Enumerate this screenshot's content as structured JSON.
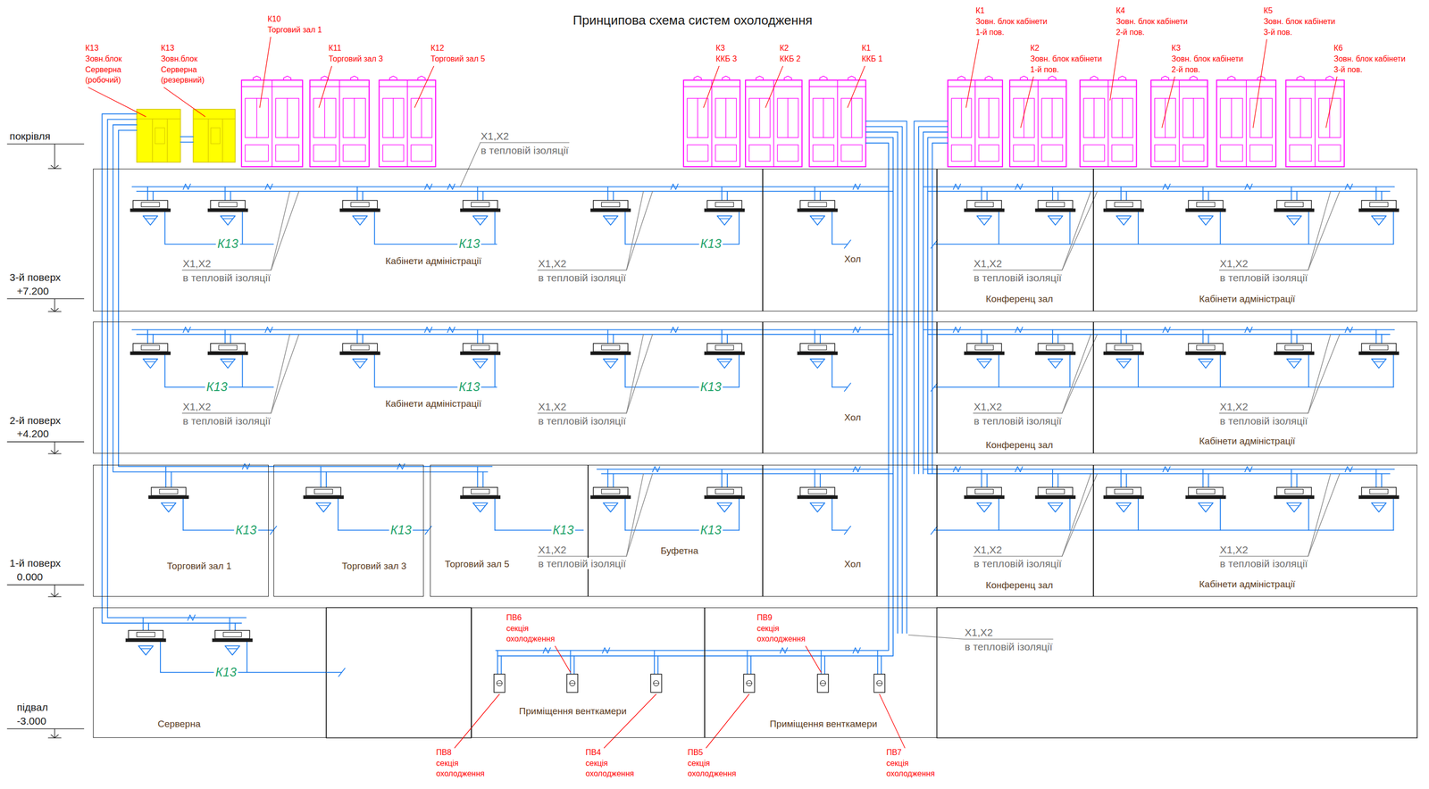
{
  "diagram": {
    "title": "Принципова схема систем охолодження",
    "nodes": [
      {
        "text": [
          "Кабінети адміністрації"
        ]
      },
      {
        "text": [
          "Хол"
        ]
      },
      {
        "text": [
          "Конференц зал"
        ]
      },
      {
        "text": [
          "Кабінети адміністрації"
        ]
      },
      {
        "text": [
          "Кабінети адміністрації"
        ]
      },
      {
        "text": [
          "Хол"
        ]
      },
      {
        "text": [
          "Конференц зал"
        ]
      },
      {
        "text": [
          "Кабінети адміністрації"
        ]
      },
      {
        "text": [
          "Торговий зал 1"
        ]
      },
      {
        "text": [
          "Торговий зал 3"
        ]
      },
      {
        "text": [
          "Торговий зал 5"
        ]
      },
      {
        "text": [
          "Буфетна"
        ]
      },
      {
        "text": [
          "Хол"
        ]
      },
      {
        "text": [
          "Конференц зал"
        ]
      },
      {
        "text": [
          "Кабінети адміністрації"
        ]
      },
      {
        "text": [
          "Серверна"
        ]
      },
      {
        "text": [
          "Приміщення венткамери"
        ]
      },
      {
        "text": [
          "Приміщення венткамери"
        ]
      }
    ],
    "labels": [
      "покрівля",
      "3-й поверх",
      "+7.200",
      "2-й поверх",
      "+4.200",
      "1-й поверх",
      "0.000",
      "підвал",
      "-3.000",
      "К13",
      "Зовн.блок Серверна (робочий)",
      "К13",
      "Зовн.блок Серверна (резервний)",
      "К10",
      "Торговий зал 1",
      "К11",
      "Торговий зал 3",
      "К12",
      "Торговий зал 5",
      "К3",
      "ККБ 3",
      "К2",
      "ККБ 2",
      "К1",
      "ККБ 1",
      "К1",
      "Зовн. блок кабінети 1-й пов.",
      "К2",
      "Зовн. блок кабінети 1-й пов.",
      "К4",
      "Зовн. блок кабінети 2-й пов.",
      "К3",
      "Зовн. блок кабінети 2-й пов.",
      "К5",
      "Зовн. блок кабінети 3-й пов.",
      "К6",
      "Зовн. блок кабінети 3-й пов.",
      "X1,X2",
      "в тепловій ізоляції",
      "X1,X2",
      "в тепловій ізоляції",
      "X1,X2",
      "в тепловій ізоляції",
      "X1,X2",
      "в тепловій ізоляції",
      "X1,X2",
      "в тепловій ізоляції",
      "X1,X2",
      "в тепловій ізоляції",
      "X1,X2",
      "в тепловій ізоляції",
      "X1,X2",
      "в тепловій ізоляції",
      "X1,X2",
      "в тепловій ізоляції",
      "X1,X2",
      "в тепловій ізоляції",
      "X1,X2",
      "в тепловій ізоляції",
      "X1,X2",
      "в тепловій ізоляції",
      "X1,X2",
      "в тепловій ізоляції",
      "К13",
      "К13",
      "К13",
      "К13",
      "К13",
      "К13",
      "К13",
      "К13",
      "К13",
      "К13",
      "К13",
      "ПВ6",
      "секція охолодження",
      "ПВ9",
      "секція охолодження",
      "ПВ8",
      "секція охолодження",
      "ПВ4",
      "секція охолодження",
      "ПВ5",
      "секція охолодження",
      "ПВ7",
      "секція охолодження"
    ]
  }
}
